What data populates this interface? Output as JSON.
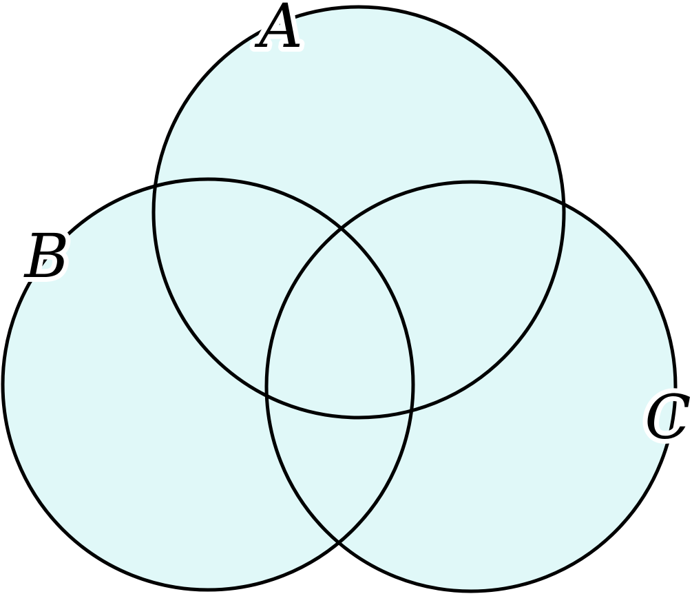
{
  "diagram": {
    "type": "venn",
    "sets": [
      {
        "id": "A",
        "label": "A"
      },
      {
        "id": "B",
        "label": "B"
      },
      {
        "id": "C",
        "label": "C"
      }
    ],
    "fill_color": "#e0f8f8",
    "stroke_color": "#000000"
  }
}
